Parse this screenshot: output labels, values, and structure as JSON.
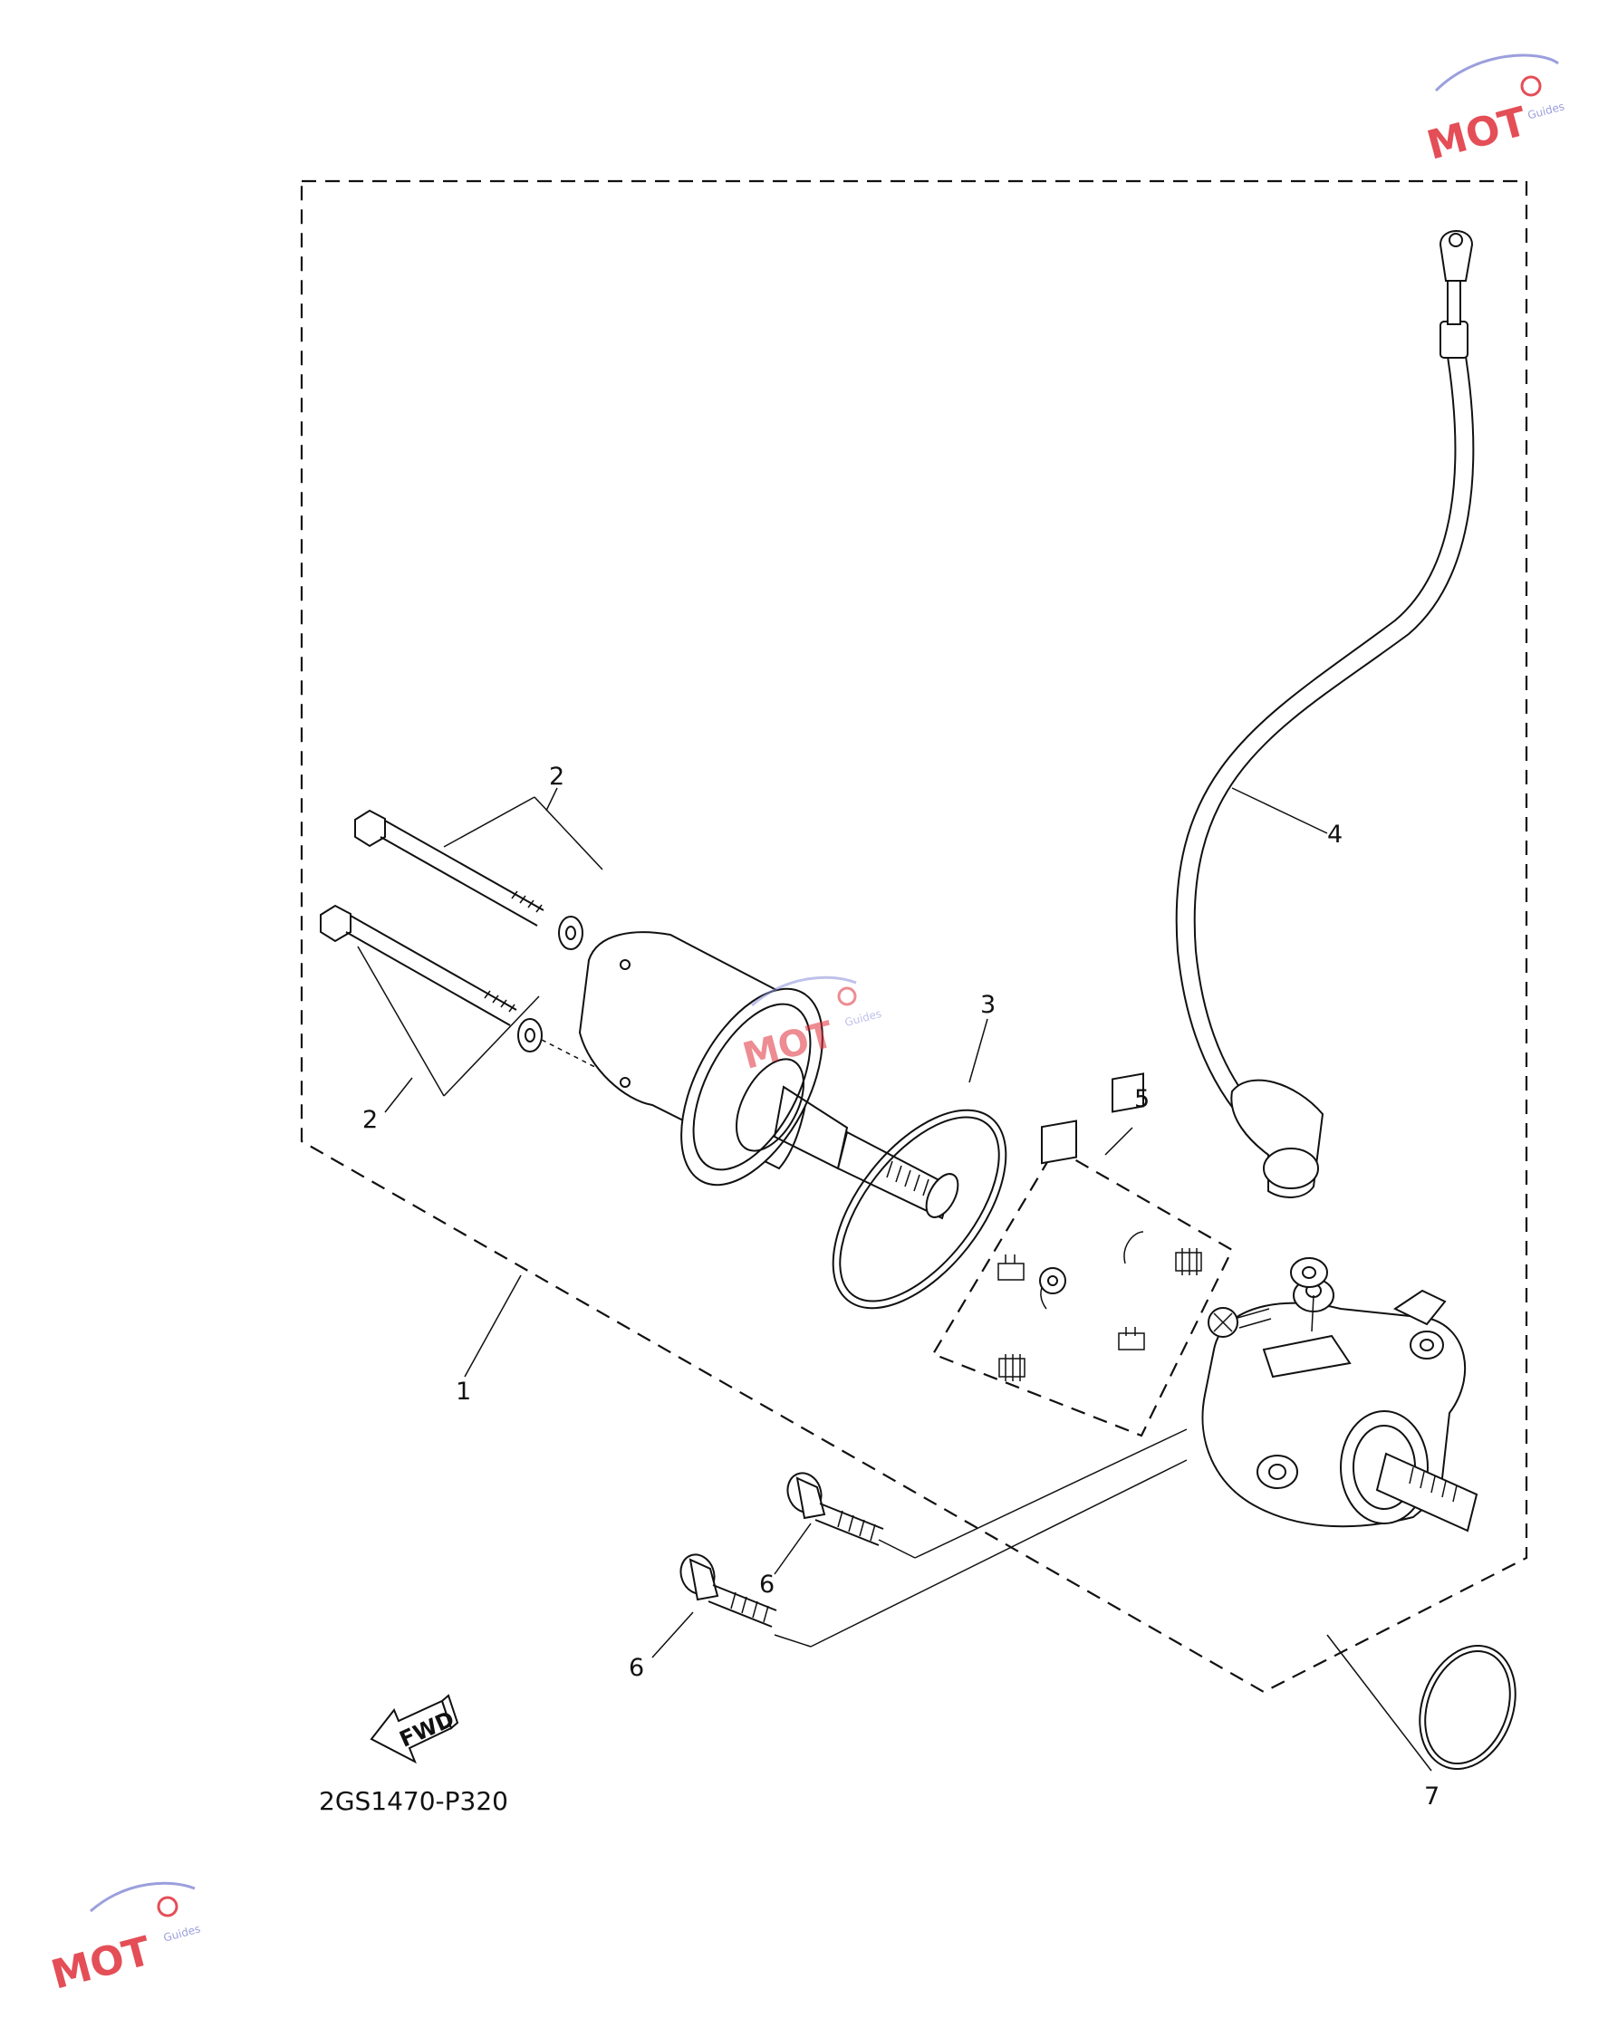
{
  "callouts": {
    "part_1": "1",
    "part_2_top": "2",
    "part_2_bottom": "2",
    "part_3": "3",
    "part_4": "4",
    "part_5": "5",
    "part_6_top": "6",
    "part_6_bottom": "6",
    "part_7": "7"
  },
  "diagram_code": "2GS1470-P320",
  "fwd_label": "FWD",
  "watermark": {
    "brand": "MOT",
    "sub": "Guides",
    "colors": {
      "red": "#e0303a",
      "blue": "#8a8fd8"
    }
  }
}
